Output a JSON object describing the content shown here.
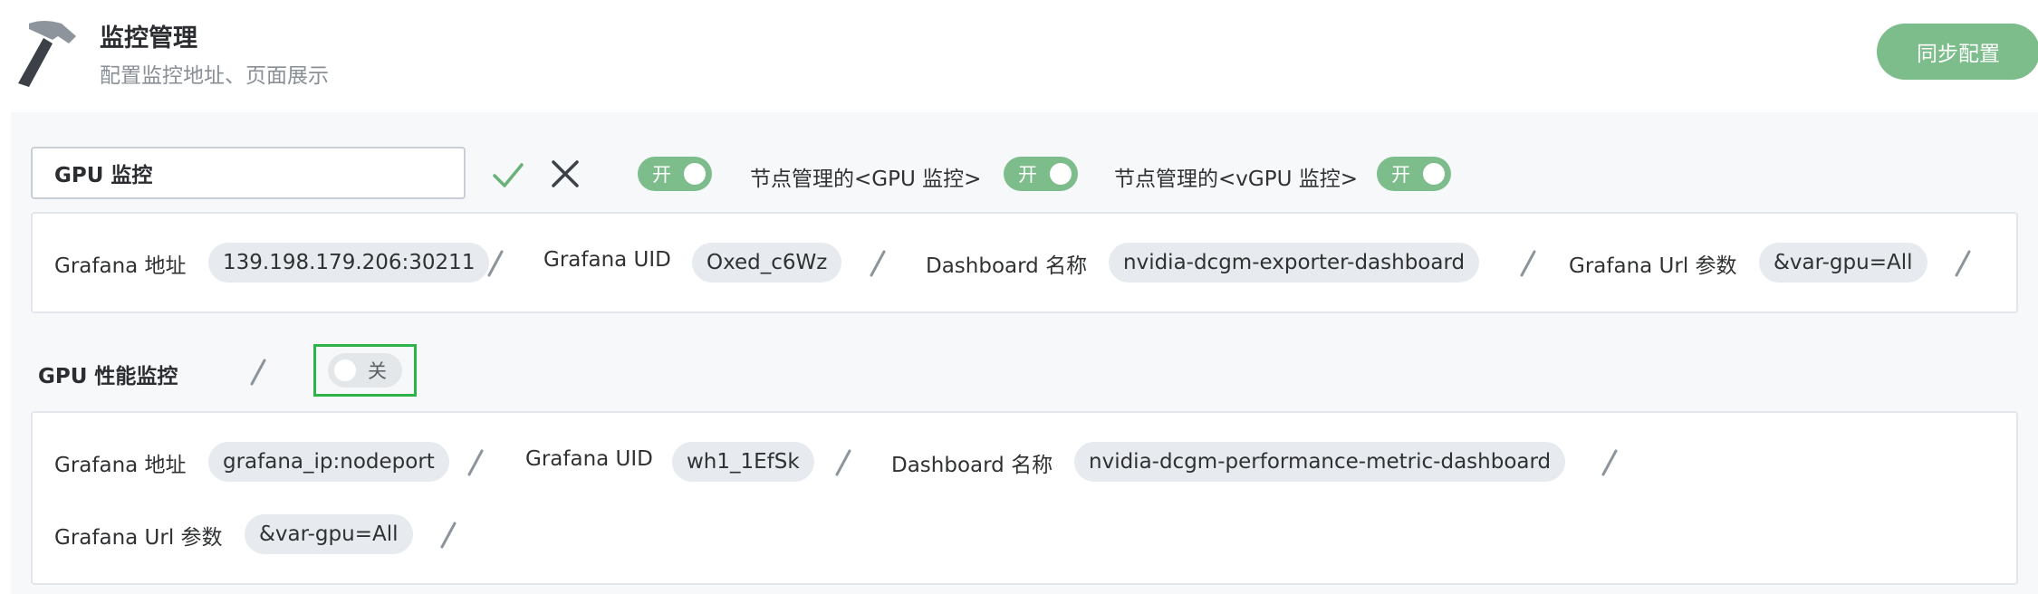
{
  "header": {
    "title": "监控管理",
    "subtitle": "配置监控地址、页面展示",
    "sync_button": "同步配置",
    "icon": "hammer-icon"
  },
  "gpu_monitor": {
    "name_value": "GPU 监控",
    "name_placeholder": "",
    "confirm_icon": "check-icon",
    "cancel_icon": "close-icon",
    "main_switch": {
      "label": "开",
      "state": "on"
    },
    "node_gpu_label": "节点管理的<GPU 监控>",
    "node_gpu_switch": {
      "label": "开",
      "state": "on"
    },
    "node_vgpu_label": "节点管理的<vGPU 监控>",
    "node_vgpu_switch": {
      "label": "开",
      "state": "on"
    },
    "fields": {
      "grafana_addr_label": "Grafana 地址",
      "grafana_addr_value": "139.198.179.206:30211",
      "grafana_uid_label": "Grafana UID",
      "grafana_uid_value": "Oxed_c6Wz",
      "dashboard_label": "Dashboard 名称",
      "dashboard_value": "nvidia-dcgm-exporter-dashboard",
      "url_param_label": "Grafana Url 参数",
      "url_param_value": "&var-gpu=All"
    }
  },
  "gpu_perf": {
    "title": "GPU 性能监控",
    "switch": {
      "label": "关",
      "state": "off"
    },
    "fields": {
      "grafana_addr_label": "Grafana 地址",
      "grafana_addr_value": "grafana_ip:nodeport",
      "grafana_uid_label": "Grafana UID",
      "grafana_uid_value": "wh1_1EfSk",
      "dashboard_label": "Dashboard 名称",
      "dashboard_value": "nvidia-dcgm-performance-metric-dashboard",
      "url_param_label": "Grafana Url 参数",
      "url_param_value": "&var-gpu=All"
    }
  },
  "colors": {
    "accent_green": "#7dbd8b",
    "highlight_green": "#2db34a",
    "chip_bg": "#e7eaee"
  }
}
